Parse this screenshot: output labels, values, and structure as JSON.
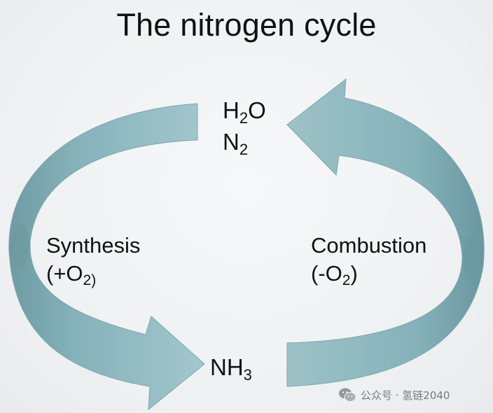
{
  "title": "The nitrogen cycle",
  "top_species": {
    "water": {
      "base": "H",
      "sub": "2",
      "tail": "O"
    },
    "nitrogen": {
      "base": "N",
      "sub": "2"
    }
  },
  "bottom_species": {
    "base": "NH",
    "sub": "3"
  },
  "left_process": {
    "name": "Synthesis",
    "note_open": "(+O",
    "note_sub": "2)",
    "note_close": ""
  },
  "right_process": {
    "name": "Combustion",
    "note_open": "(-O",
    "note_sub": "2",
    "note_close": ")"
  },
  "colors": {
    "arrow_fill": "#88b3bb",
    "arrow_light": "#a8cbd1",
    "arrow_dark": "#5f8e97",
    "background": "#f2f3f5",
    "text": "#111111"
  },
  "watermark": {
    "text": "公众号 · 氢链2040",
    "icon": "wechat-logo-icon"
  }
}
